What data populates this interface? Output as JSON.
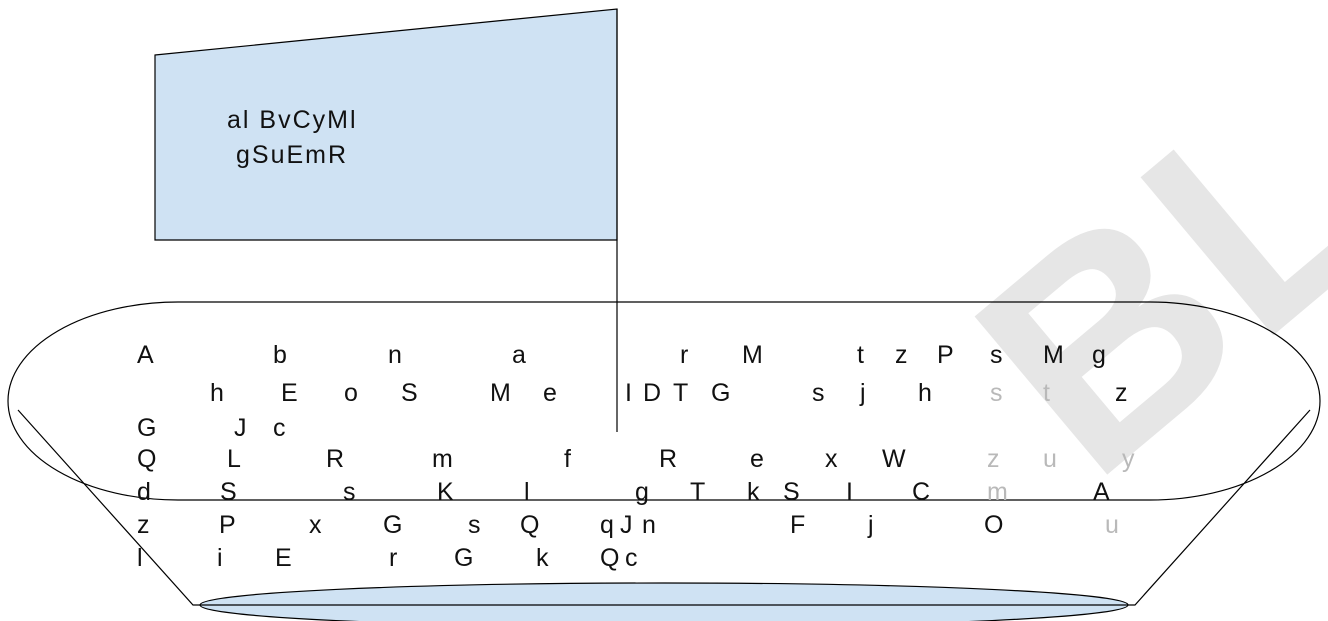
{
  "flag": {
    "lines": [
      "al BvCyMl",
      "gSuEmR"
    ]
  },
  "boat": {
    "rows": [
      [
        {
          "t": "A"
        },
        {
          "t": "b"
        },
        {
          "t": "n"
        },
        {
          "t": "a"
        },
        {
          "t": "r"
        },
        {
          "t": "M"
        },
        {
          "t": "t"
        },
        {
          "t": "z"
        },
        {
          "t": "P"
        },
        {
          "t": "s"
        },
        {
          "t": "M"
        },
        {
          "t": "g"
        }
      ],
      [
        {
          "t": "h"
        },
        {
          "t": "E"
        },
        {
          "t": "o"
        },
        {
          "t": "S"
        },
        {
          "t": "M"
        },
        {
          "t": "e"
        },
        {
          "t": "I"
        },
        {
          "t": "D"
        },
        {
          "t": "T"
        },
        {
          "t": "G"
        },
        {
          "t": "s"
        },
        {
          "t": "j"
        },
        {
          "t": "h"
        },
        {
          "t": "s",
          "faint": true
        },
        {
          "t": "t",
          "faint": true
        },
        {
          "t": "z"
        }
      ],
      [
        {
          "t": "G"
        },
        {
          "t": "J"
        },
        {
          "t": "c"
        }
      ],
      [
        {
          "t": "Q"
        },
        {
          "t": "L"
        },
        {
          "t": "R"
        },
        {
          "t": "m"
        },
        {
          "t": "f"
        },
        {
          "t": "R"
        },
        {
          "t": "e"
        },
        {
          "t": "x"
        },
        {
          "t": "W"
        },
        {
          "t": "z",
          "faint": true
        },
        {
          "t": "u",
          "faint": true
        },
        {
          "t": "y",
          "faint": true
        }
      ],
      [
        {
          "t": "d"
        },
        {
          "t": "S"
        },
        {
          "t": "s"
        },
        {
          "t": "K"
        },
        {
          "t": "l"
        },
        {
          "t": "g"
        },
        {
          "t": "T"
        },
        {
          "t": "k"
        },
        {
          "t": "S"
        },
        {
          "t": "I"
        },
        {
          "t": "C"
        },
        {
          "t": "m",
          "faint": true
        },
        {
          "t": "A"
        }
      ],
      [
        {
          "t": "z"
        },
        {
          "t": "P"
        },
        {
          "t": "x"
        },
        {
          "t": "G"
        },
        {
          "t": "s"
        },
        {
          "t": "Q"
        },
        {
          "t": "q"
        },
        {
          "t": "J"
        },
        {
          "t": "n"
        },
        {
          "t": "F"
        },
        {
          "t": "j"
        },
        {
          "t": "O"
        },
        {
          "t": "u",
          "faint": true
        }
      ],
      [
        {
          "t": "l"
        },
        {
          "t": "i"
        },
        {
          "t": "E"
        },
        {
          "t": "r"
        },
        {
          "t": "G"
        },
        {
          "t": "k"
        },
        {
          "t": "Q"
        },
        {
          "t": "c"
        }
      ]
    ]
  },
  "watermark": "BL",
  "colors": {
    "flag_fill": "#cfe2f3",
    "water_fill": "#cfe2f3",
    "stroke": "#000000",
    "watermark": "#e6e6e6"
  }
}
